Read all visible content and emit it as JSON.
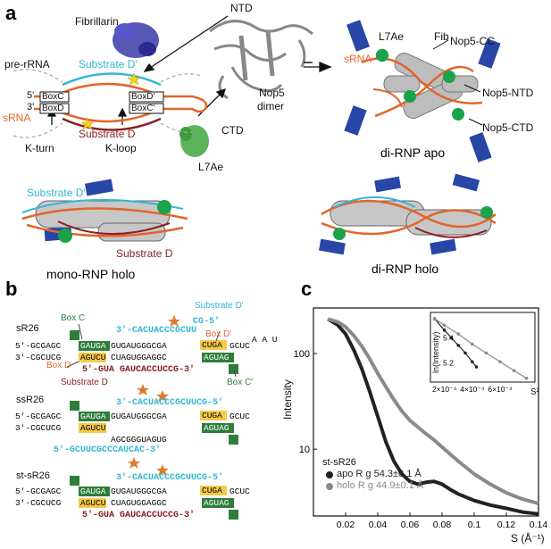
{
  "panels": {
    "a": "a",
    "b": "b",
    "c": "c"
  },
  "panel_a": {
    "fibrillarin": "Fibrillarin",
    "ntd": "NTD",
    "pre_rrna": "pre-rRNA",
    "substrate_dprime": "Substrate D'",
    "substrate_d": "Substrate D",
    "nop5_dimer_1": "Nop5",
    "nop5_dimer_2": "dimer",
    "ctd": "CTD",
    "l7ae": "L7Ae",
    "srna": "sRNA",
    "five_prime": "5'",
    "three_prime": "3'",
    "boxc": "BoxC",
    "boxd": "BoxD",
    "boxdprime": "BoxD'",
    "boxcprime": "BoxC'",
    "kturn": "K-turn",
    "kloop": "K-loop",
    "apo_l7ae": "L7Ae",
    "apo_fib": "Fib",
    "apo_nop5cc": "Nop5-CC",
    "apo_srna": "sRNA",
    "apo_nop5ntd": "Nop5-NTD",
    "apo_nop5ctd": "Nop5-CTD",
    "di_rnp_apo": "di-RNP apo",
    "mono_substrate_dprime": "Substrate D'",
    "mono_substrate_d": "Substrate D",
    "mono_rnp_holo": "mono-RNP holo",
    "di_rnp_holo": "di-RNP holo"
  },
  "panel_b": {
    "sr26": "sR26",
    "ssr26": "ssR26",
    "st_sr26": "st-sR26",
    "box_c": "Box C",
    "box_dprime": "Box D'",
    "box_d": "Box D",
    "box_cprime": "Box C'",
    "substrate_dprime": "Substrate D'",
    "substrate_d": "Substrate D",
    "s1_top_left": "5'-GCGAGC",
    "s1_bot_left": "3'-CGCUCG",
    "s1_gauga": "GAUGA",
    "s1_agucu": "AGUCU",
    "s1_mid_top": "GUGAUGGGCGA",
    "s1_mid_bot": "CUAGUGGAGGC",
    "s1_cuga": "CUGA",
    "s1_aguag": "AGUAG",
    "s1_cyan_strand": "3'-CACUACCCGCUU",
    "s1_cyan_end": "CG-5'",
    "s1_red_strand": "5'-GUA GAUCACCUCCG-3'",
    "s1_right_top": "GCUC",
    "s1_loop": "A A U",
    "s2_cyan_top": "3'-CACUACCCGCUUCG-5'",
    "s2_mid_top": "GUGAUGGGCGA",
    "s2_mid_bot": "AGCGGGUAGUG",
    "s2_cyan_bot": "5'-GCUUCGCCCAUCAC-3'",
    "s3_cyan_top": "3'-CACUACCCGCUUCG-5'",
    "s3_red_bot": "5'-GUA GAUCACCUCCG-3'",
    "s3_mid_top": "GUGAUGGGCGA",
    "s3_mid_bot": "CUAGUGGAGGC"
  },
  "panel_c": {
    "ylabel": "Intensity",
    "xlabel": "S (Å⁻¹)",
    "inset_ylabel": "ln(Intensity)",
    "inset_xlabel": "S²",
    "legend_title": "st-sR26",
    "legend_apo": "apo R g 54.3±0.1 Å",
    "legend_holo": "holo R g 44.9±0.1 Å",
    "colors": {
      "apo": "#222222",
      "holo": "#8a8a8a"
    }
  },
  "chart_data": [
    {
      "type": "line",
      "title": "",
      "xlabel": "S (Å⁻¹)",
      "ylabel": "Intensity",
      "yscale": "log",
      "xlim": [
        0.0,
        0.14
      ],
      "ylim": [
        2,
        300
      ],
      "x_ticks": [
        "0.02",
        "0.04",
        "0.06",
        "0.08",
        "0.1",
        "0.12",
        "0.14"
      ],
      "y_ticks": [
        "10",
        "100"
      ],
      "series": [
        {
          "name": "apo",
          "color": "#222222",
          "x": [
            0.009,
            0.015,
            0.02,
            0.025,
            0.03,
            0.035,
            0.04,
            0.045,
            0.05,
            0.055,
            0.06,
            0.065,
            0.07,
            0.075,
            0.08,
            0.085,
            0.09,
            0.1,
            0.11,
            0.12,
            0.13,
            0.14
          ],
          "y": [
            230,
            200,
            160,
            110,
            70,
            40,
            22,
            12,
            7.5,
            5.5,
            4.6,
            4.3,
            4.5,
            4.6,
            4.3,
            3.8,
            3.4,
            2.9,
            2.6,
            2.4,
            2.2,
            2.1
          ]
        },
        {
          "name": "holo",
          "color": "#8a8a8a",
          "x": [
            0.009,
            0.015,
            0.02,
            0.025,
            0.03,
            0.035,
            0.04,
            0.045,
            0.05,
            0.055,
            0.06,
            0.065,
            0.07,
            0.075,
            0.08,
            0.09,
            0.1,
            0.11,
            0.12,
            0.13,
            0.14
          ],
          "y": [
            230,
            215,
            190,
            155,
            120,
            88,
            62,
            45,
            33,
            25,
            20,
            17,
            14.5,
            12.5,
            10.5,
            7.5,
            5.5,
            4.3,
            3.5,
            3.0,
            2.7
          ]
        }
      ]
    },
    {
      "type": "scatter",
      "title": "",
      "xlabel": "S²",
      "ylabel": "ln(Intensity)",
      "xlim": [
        0.0001,
        0.00085
      ],
      "ylim": [
        5.05,
        5.6
      ],
      "x_ticks": [
        "2×10⁻⁴",
        "4×10⁻⁴",
        "6×10⁻⁴"
      ],
      "y_ticks": [
        "5.2",
        "5.4"
      ],
      "series": [
        {
          "name": "apo",
          "color": "#222222",
          "x": [
            0.00013,
            0.0002,
            0.00025,
            0.0003,
            0.00035,
            0.0004,
            0.00043
          ],
          "y": [
            5.55,
            5.46,
            5.4,
            5.34,
            5.28,
            5.21,
            5.17
          ]
        },
        {
          "name": "holo",
          "color": "#8a8a8a",
          "x": [
            0.00013,
            0.0002,
            0.0003,
            0.0004,
            0.0005,
            0.0006,
            0.0007,
            0.00079
          ],
          "y": [
            5.55,
            5.5,
            5.43,
            5.35,
            5.28,
            5.21,
            5.14,
            5.08
          ]
        }
      ]
    }
  ]
}
